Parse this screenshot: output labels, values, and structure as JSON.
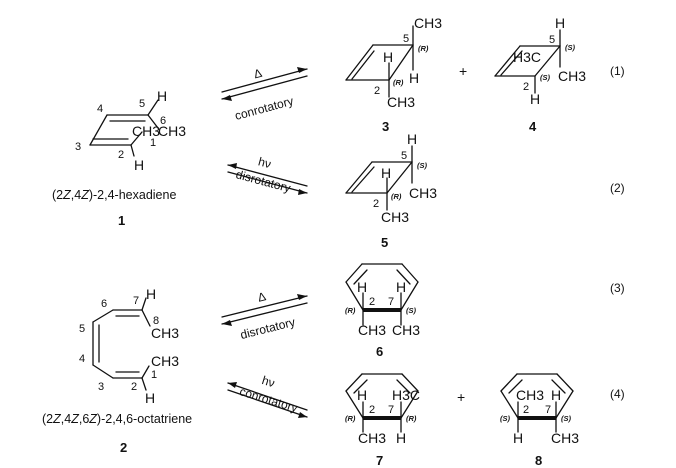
{
  "molecules": {
    "hexadiene": {
      "number": "1",
      "name_pre": "(2",
      "name_z1": "Z",
      "name_mid": ",4",
      "name_z2": "Z",
      "name_post": ")-2,4-hexadiene",
      "pos": [
        "2",
        "3",
        "4",
        "5",
        "6",
        "1"
      ],
      "sub": [
        "H",
        "CH3",
        "CH3",
        "H"
      ]
    },
    "octatriene": {
      "number": "2",
      "name_pre": "(2",
      "name_z1": "Z",
      "name_mid": ",4",
      "name_z2": "Z",
      "name_mid2": ",6",
      "name_z3": "Z",
      "name_post": ")-2,4,6-octatriene",
      "pos": [
        "7",
        "8",
        "6",
        "5",
        "4",
        "3",
        "2",
        "1"
      ],
      "sub": [
        "H",
        "CH3",
        "CH3",
        "H"
      ]
    },
    "p3": {
      "number": "3",
      "pos": [
        "5",
        "2"
      ],
      "stereo": [
        "(R)",
        "(R)"
      ],
      "sub": [
        "CH3",
        "H",
        "H",
        "CH3"
      ]
    },
    "p4": {
      "number": "4",
      "pos": [
        "5",
        "2"
      ],
      "stereo": [
        "(S)",
        "(S)"
      ],
      "sub": [
        "H",
        "H3C",
        "CH3",
        "H"
      ]
    },
    "p5": {
      "number": "5",
      "pos": [
        "5",
        "2"
      ],
      "stereo": [
        "(S)",
        "(R)"
      ],
      "sub": [
        "H",
        "H",
        "CH3",
        "CH3"
      ]
    },
    "p6": {
      "number": "6",
      "pos": [
        "2",
        "7"
      ],
      "stereo": [
        "(R)",
        "(S)"
      ],
      "sub": [
        "H",
        "H",
        "CH3",
        "CH3"
      ]
    },
    "p7": {
      "number": "7",
      "pos": [
        "2",
        "7"
      ],
      "stereo": [
        "(R)",
        "(R)"
      ],
      "sub": [
        "H",
        "H3C",
        "CH3",
        "H"
      ]
    },
    "p8": {
      "number": "8",
      "pos": [
        "2",
        "7"
      ],
      "stereo": [
        "(S)",
        "(S)"
      ],
      "sub": [
        "CH3",
        "H",
        "H",
        "CH3"
      ]
    }
  },
  "reactions": [
    {
      "label": "(1)",
      "top": "Δ",
      "bottom": "conrotatory",
      "plus": "+"
    },
    {
      "label": "(2)",
      "top": "hν",
      "bottom": "disrotatory"
    },
    {
      "label": "(3)",
      "top": "Δ",
      "bottom": "disrotatory"
    },
    {
      "label": "(4)",
      "top": "hν",
      "bottom": "conrotatory",
      "plus": "+"
    }
  ]
}
